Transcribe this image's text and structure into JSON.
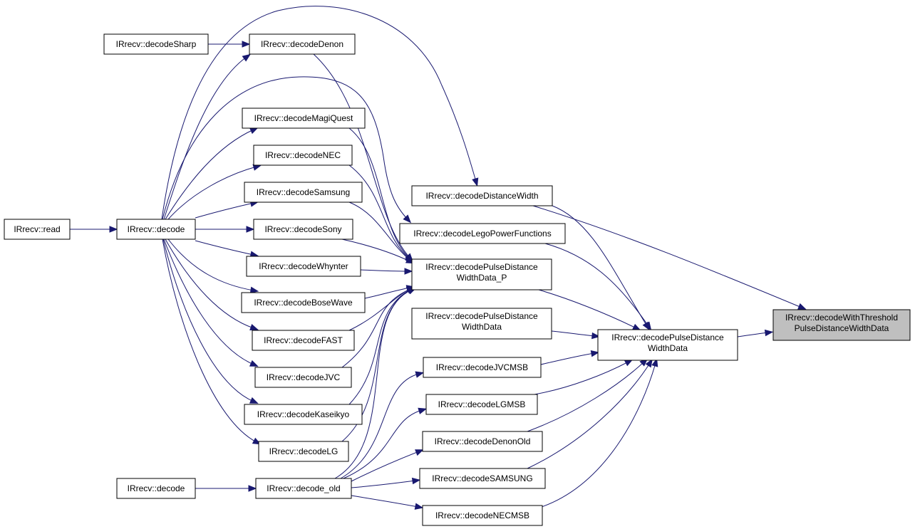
{
  "graph": {
    "kind": "doxygen caller graph",
    "edge_color": "#191970",
    "root_fill": "#bfbfbf",
    "nodes": {
      "read": {
        "lines": [
          "IRrecv::read"
        ]
      },
      "decode": {
        "lines": [
          "IRrecv::decode"
        ]
      },
      "decode2": {
        "lines": [
          "IRrecv::decode"
        ]
      },
      "decodeSharp": {
        "lines": [
          "IRrecv::decodeSharp"
        ]
      },
      "decodeDenon": {
        "lines": [
          "IRrecv::decodeDenon"
        ]
      },
      "decodeMagiQuest": {
        "lines": [
          "IRrecv::decodeMagiQuest"
        ]
      },
      "decodeNEC": {
        "lines": [
          "IRrecv::decodeNEC"
        ]
      },
      "decodeSamsung": {
        "lines": [
          "IRrecv::decodeSamsung"
        ]
      },
      "decodeSony": {
        "lines": [
          "IRrecv::decodeSony"
        ]
      },
      "decodeWhynter": {
        "lines": [
          "IRrecv::decodeWhynter"
        ]
      },
      "decodeBoseWave": {
        "lines": [
          "IRrecv::decodeBoseWave"
        ]
      },
      "decodeFAST": {
        "lines": [
          "IRrecv::decodeFAST"
        ]
      },
      "decodeJVC": {
        "lines": [
          "IRrecv::decodeJVC"
        ]
      },
      "decodeKaseikyo": {
        "lines": [
          "IRrecv::decodeKaseikyo"
        ]
      },
      "decodeLG": {
        "lines": [
          "IRrecv::decodeLG"
        ]
      },
      "decode_old": {
        "lines": [
          "IRrecv::decode_old"
        ]
      },
      "decodeDistanceWidth": {
        "lines": [
          "IRrecv::decodeDistanceWidth"
        ]
      },
      "decodeLegoPowerFunctions": {
        "lines": [
          "IRrecv::decodeLegoPowerFunctions"
        ]
      },
      "decodePulseDistanceWidthData_P": {
        "lines": [
          "IRrecv::decodePulseDistance",
          "WidthData_P"
        ]
      },
      "decodePulseDistanceWidthData_x": {
        "lines": [
          "IRrecv::decodePulseDistance",
          "WidthData"
        ]
      },
      "decodePulseDistanceWidthData": {
        "lines": [
          "IRrecv::decodePulseDistance",
          "WidthData"
        ]
      },
      "decodeJVCMSB": {
        "lines": [
          "IRrecv::decodeJVCMSB"
        ]
      },
      "decodeLGMSB": {
        "lines": [
          "IRrecv::decodeLGMSB"
        ]
      },
      "decodeDenonOld": {
        "lines": [
          "IRrecv::decodeDenonOld"
        ]
      },
      "decodeSAMSUNG": {
        "lines": [
          "IRrecv::decodeSAMSUNG"
        ]
      },
      "decodeNECMSB": {
        "lines": [
          "IRrecv::decodeNECMSB"
        ]
      },
      "root": {
        "lines": [
          "IRrecv::decodeWithThreshold",
          "PulseDistanceWidthData"
        ]
      }
    },
    "edges": [
      {
        "from": "read",
        "to": "decode"
      },
      {
        "from": "decode",
        "to": "decodeDenon"
      },
      {
        "from": "decode",
        "to": "decodeMagiQuest"
      },
      {
        "from": "decode",
        "to": "decodeNEC"
      },
      {
        "from": "decode",
        "to": "decodeSamsung"
      },
      {
        "from": "decode",
        "to": "decodeSony"
      },
      {
        "from": "decode",
        "to": "decodeWhynter"
      },
      {
        "from": "decode",
        "to": "decodeBoseWave"
      },
      {
        "from": "decode",
        "to": "decodeFAST"
      },
      {
        "from": "decode",
        "to": "decodeJVC"
      },
      {
        "from": "decode",
        "to": "decodeKaseikyo"
      },
      {
        "from": "decode",
        "to": "decodeLG"
      },
      {
        "from": "decode",
        "to": "decodeDistanceWidth"
      },
      {
        "from": "decode",
        "to": "decodeLegoPowerFunctions"
      },
      {
        "from": "decodeSharp",
        "to": "decodeDenon"
      },
      {
        "from": "decode2",
        "to": "decode_old"
      },
      {
        "from": "decodeDenon",
        "to": "decodePulseDistanceWidthData_P"
      },
      {
        "from": "decodeMagiQuest",
        "to": "decodePulseDistanceWidthData_P"
      },
      {
        "from": "decodeNEC",
        "to": "decodePulseDistanceWidthData_P"
      },
      {
        "from": "decodeSamsung",
        "to": "decodePulseDistanceWidthData_P"
      },
      {
        "from": "decodeSony",
        "to": "decodePulseDistanceWidthData_P"
      },
      {
        "from": "decodeWhynter",
        "to": "decodePulseDistanceWidthData_P"
      },
      {
        "from": "decodeBoseWave",
        "to": "decodePulseDistanceWidthData_P"
      },
      {
        "from": "decodeFAST",
        "to": "decodePulseDistanceWidthData_P"
      },
      {
        "from": "decodeJVC",
        "to": "decodePulseDistanceWidthData_P"
      },
      {
        "from": "decodeKaseikyo",
        "to": "decodePulseDistanceWidthData_P"
      },
      {
        "from": "decodeLG",
        "to": "decodePulseDistanceWidthData_P"
      },
      {
        "from": "decode_old",
        "to": "decodePulseDistanceWidthData_P"
      },
      {
        "from": "decode_old",
        "to": "decodeJVCMSB"
      },
      {
        "from": "decode_old",
        "to": "decodeLGMSB"
      },
      {
        "from": "decode_old",
        "to": "decodeDenonOld"
      },
      {
        "from": "decode_old",
        "to": "decodeSAMSUNG"
      },
      {
        "from": "decode_old",
        "to": "decodeNECMSB"
      },
      {
        "from": "decodeDistanceWidth",
        "to": "root"
      },
      {
        "from": "decodeDistanceWidth",
        "to": "decodePulseDistanceWidthData"
      },
      {
        "from": "decodeLegoPowerFunctions",
        "to": "decodePulseDistanceWidthData"
      },
      {
        "from": "decodePulseDistanceWidthData_P",
        "to": "decodePulseDistanceWidthData"
      },
      {
        "from": "decodePulseDistanceWidthData_x",
        "to": "decodePulseDistanceWidthData"
      },
      {
        "from": "decodeJVCMSB",
        "to": "decodePulseDistanceWidthData"
      },
      {
        "from": "decodeLGMSB",
        "to": "decodePulseDistanceWidthData"
      },
      {
        "from": "decodeDenonOld",
        "to": "decodePulseDistanceWidthData"
      },
      {
        "from": "decodeSAMSUNG",
        "to": "decodePulseDistanceWidthData"
      },
      {
        "from": "decodeNECMSB",
        "to": "decodePulseDistanceWidthData"
      },
      {
        "from": "decodePulseDistanceWidthData",
        "to": "root"
      }
    ]
  }
}
